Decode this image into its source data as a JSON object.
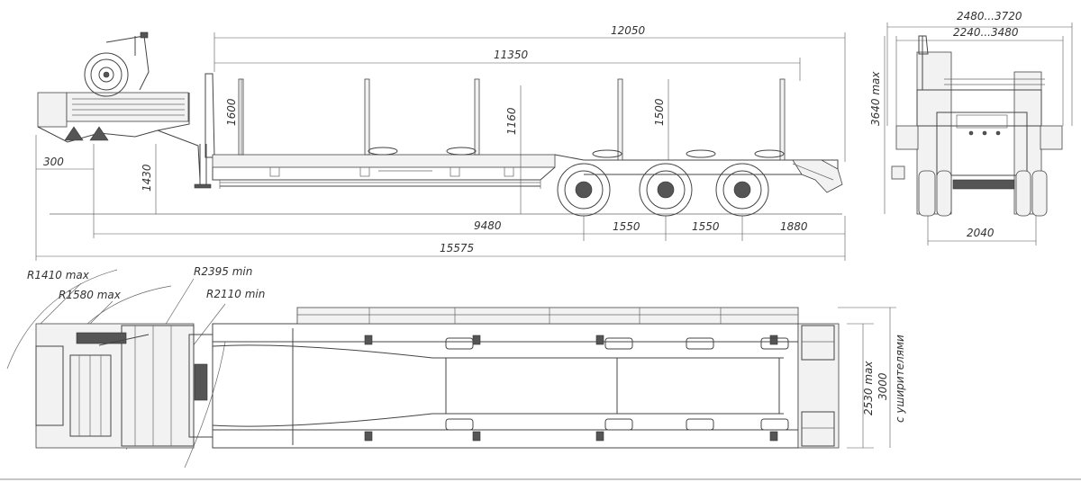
{
  "side_view": {
    "dimensions": {
      "overall_length": "12050",
      "platform_length": "11350",
      "axle_reference": "9480",
      "total_length": "15575",
      "axle_spacing_1": "1550",
      "axle_spacing_2": "1550",
      "rear_overhang": "1880",
      "front_offset": "300",
      "deck_height": "1430",
      "front_stake_height": "1600",
      "stake_height": "1500",
      "deck_height_rear": "1160"
    }
  },
  "rear_view": {
    "dimensions": {
      "width_extended": "2480...3720",
      "width_inner": "2240...3480",
      "max_height": "3640 max",
      "track_width": "2040"
    }
  },
  "top_view": {
    "dimensions": {
      "radius_1": "R1410 max",
      "radius_2": "R1580 max",
      "radius_3": "R2395 min",
      "radius_4": "R2110 min",
      "width_max": "2530 max",
      "width_with_extenders": "3000",
      "extenders_note": "с уширителями"
    }
  }
}
